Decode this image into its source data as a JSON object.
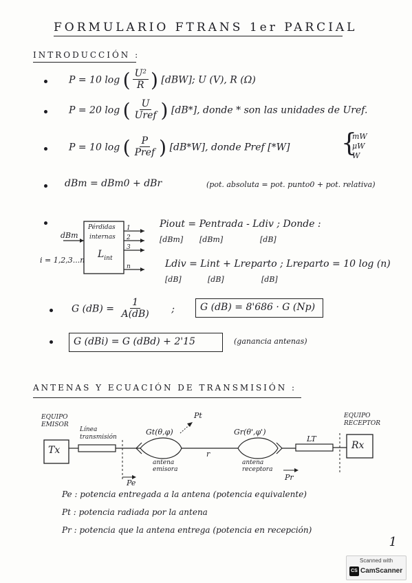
{
  "title": "FORMULARIO  FTRANS  1er  PARCIAL",
  "intro": {
    "heading": "INTRODUCCIÓN :",
    "f1": {
      "lhs": "P = 10 log",
      "num": "U²",
      "den": "R",
      "rest": "[dBW]; U (V), R (Ω)"
    },
    "f2": {
      "lhs": "P = 20 log",
      "num": "U",
      "den": "Uref",
      "rest": "[dB*], donde * son las unidades de Uref."
    },
    "f3": {
      "lhs": "P = 10 log",
      "num": "P",
      "den": "Pref",
      "rest": "[dB*W], donde Pref [*W]",
      "units": [
        "mW",
        "μW",
        "W"
      ]
    },
    "f4": {
      "text": "dBm = dBm0 + dBr",
      "note": "(pot. absoluta = pot. punto0 + pot. relativa)"
    },
    "block": {
      "input_label": "dBm",
      "box_line1": "Pérdidas",
      "box_line2": "internas",
      "box_sym": "L",
      "box_sub": "int",
      "index_label": "i = 1,2,3...n",
      "port_labels": [
        "1",
        "2",
        "3",
        "n"
      ],
      "eq1": "Piout = Pentrada  -  Ldiv ;   Donde :",
      "eq1_units": [
        "[dBm]",
        "[dBm]",
        "[dB]"
      ],
      "eq2": "Ldiv = Lint  +  Lreparto ;  Lreparto = 10 log (n)",
      "eq2_units": [
        "[dB]",
        "[dB]",
        "[dB]"
      ]
    },
    "f5": {
      "lhs": "G (dB) =",
      "num": "1",
      "den": "A(dB)",
      "sep": ";",
      "boxed": "G (dB) = 8'686 · G (Np)"
    },
    "f6": {
      "boxed": "G (dBi) = G (dBd) + 2'15",
      "note": "(ganancia antenas)"
    }
  },
  "antenas": {
    "heading": "ANTENAS  Y  ECUACIÓN  DE  TRANSMISIÓN :",
    "diagram": {
      "emisor_label": "EQUIPO EMISOR",
      "receptor_label": "EQUIPO RECEPTOR",
      "tx": "Tx",
      "rx": "Rx",
      "linea": "Línea transmisión",
      "lt": "LT",
      "gt": "Gt(θ,φ)",
      "gr": "Gr(θ',φ')",
      "pt": "Pt",
      "pe": "Pe",
      "pr": "Pr",
      "r": "r",
      "antena_emisora": "antena emisora",
      "antena_receptora": "antena receptora"
    },
    "defs": [
      "Pe : potencia entregada a la antena (potencia equivalente)",
      "Pt : potencia radiada por la antena",
      "Pr : potencia que la antena entrega (potencia en recepción)"
    ]
  },
  "page_number": "1",
  "scanner": {
    "top": "Scanned with",
    "logo": "CS",
    "brand": "CamScanner"
  }
}
